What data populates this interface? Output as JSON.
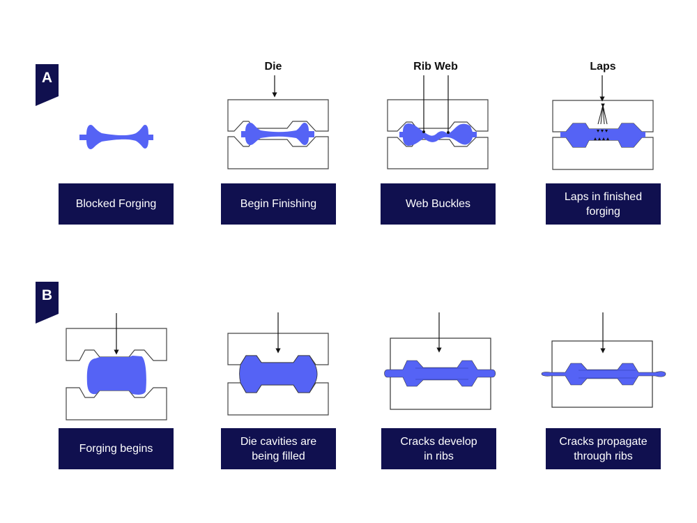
{
  "colors": {
    "navy": "#10104f",
    "metal": "#5563f5",
    "die_stroke": "#444444"
  },
  "sections": [
    {
      "badge": "A",
      "steps": [
        {
          "label": "Blocked Forging"
        },
        {
          "label": "Begin Finishing",
          "callout": "Die"
        },
        {
          "label": "Web Buckles",
          "callout": "Rib Web"
        },
        {
          "label": "Laps in finished\nforging",
          "callout": "Laps"
        }
      ]
    },
    {
      "badge": "B",
      "steps": [
        {
          "label": "Forging begins"
        },
        {
          "label": "Die cavities are\nbeing filled"
        },
        {
          "label": "Cracks develop\nin ribs"
        },
        {
          "label": "Cracks propagate\nthrough ribs"
        }
      ]
    }
  ]
}
